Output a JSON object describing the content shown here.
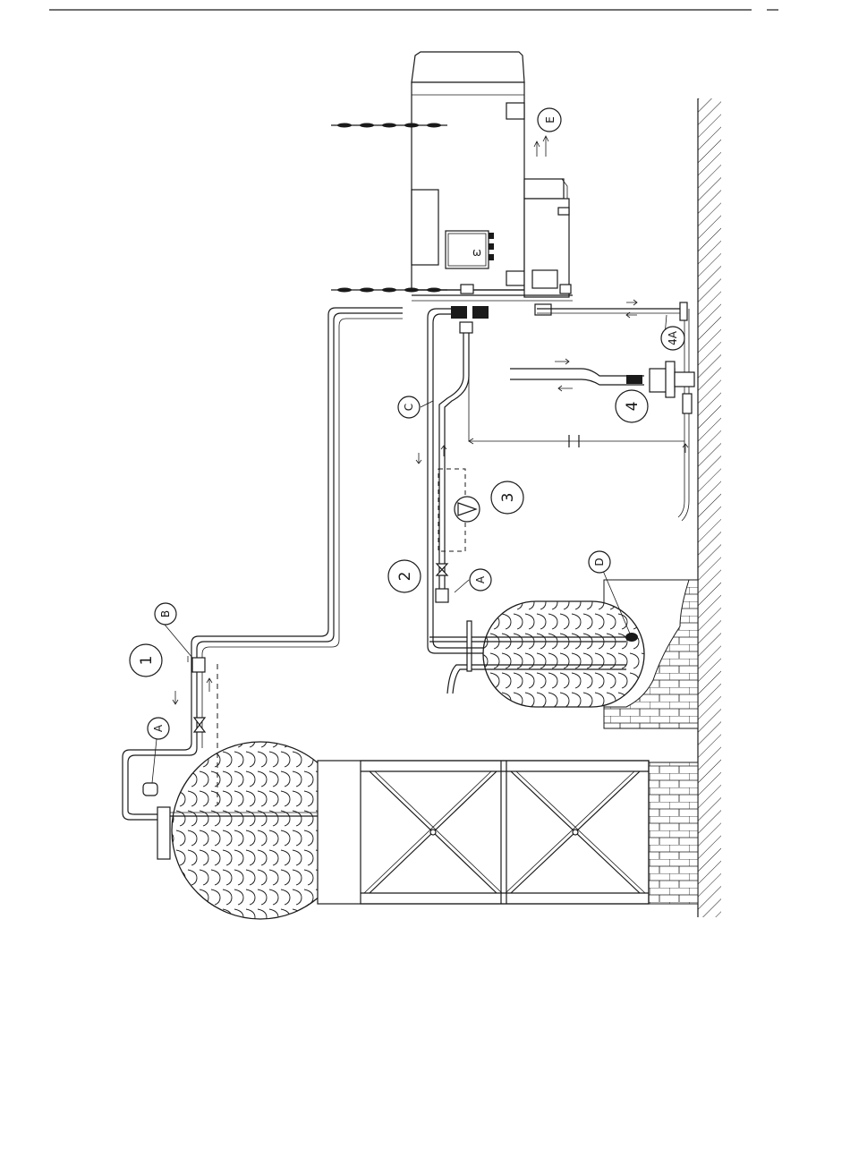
{
  "labels": {
    "circuit_1": "1",
    "circuit_2": "2",
    "pump_3": "3",
    "unit_4": "4",
    "unit_4a": "4A",
    "marker_A_left": "A",
    "marker_A_right": "A",
    "marker_B": "B",
    "marker_C": "C",
    "marker_D": "D",
    "marker_E": "E"
  }
}
